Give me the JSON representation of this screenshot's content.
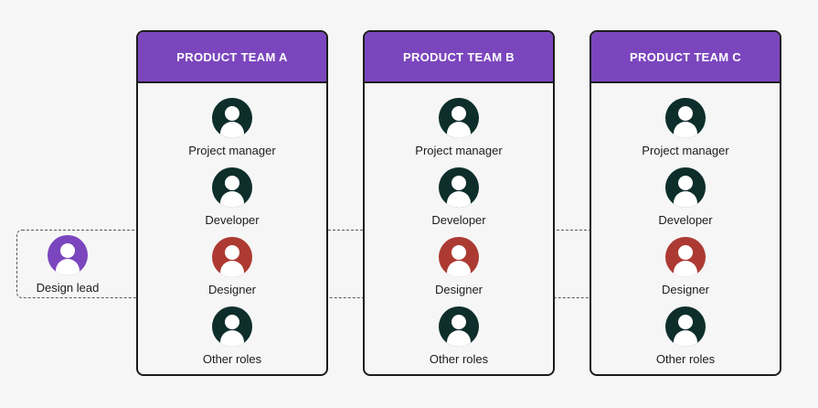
{
  "colors": {
    "header_purple": "#7b46bd",
    "member_dark": "#0d2e2b",
    "designer_red": "#ac3a33",
    "lead_purple": "#7b46bd"
  },
  "lead": {
    "label": "Design lead",
    "icon": "person-icon"
  },
  "teams": [
    {
      "title": "PRODUCT TEAM A",
      "roles": [
        "Project manager",
        "Developer",
        "Designer",
        "Other roles"
      ]
    },
    {
      "title": "PRODUCT TEAM B",
      "roles": [
        "Project manager",
        "Developer",
        "Designer",
        "Other roles"
      ]
    },
    {
      "title": "PRODUCT TEAM C",
      "roles": [
        "Project manager",
        "Developer",
        "Designer",
        "Other roles"
      ]
    }
  ]
}
